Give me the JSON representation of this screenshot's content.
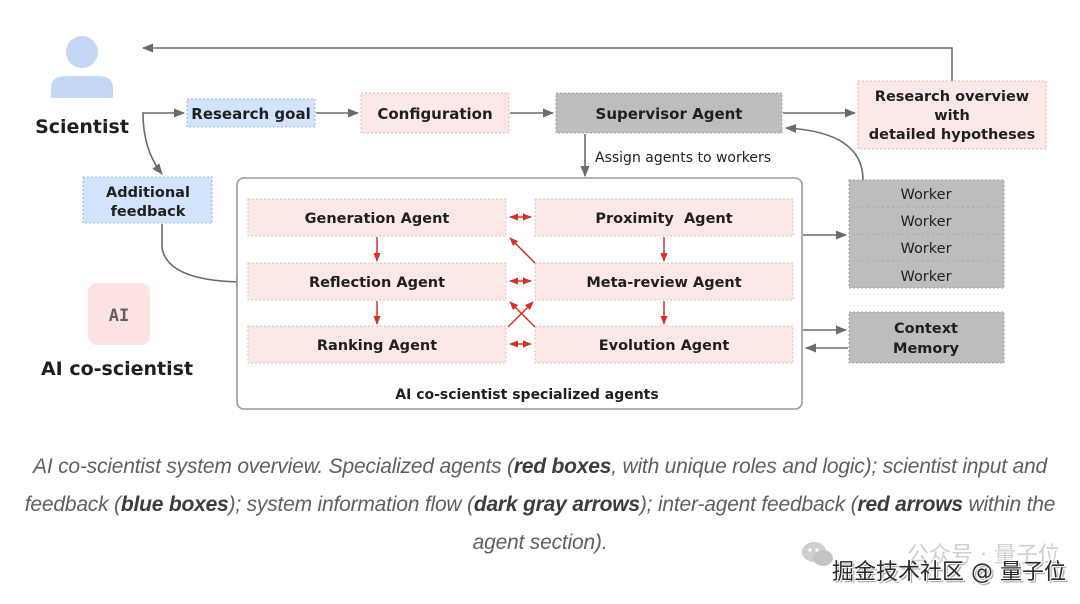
{
  "colors": {
    "red_box": "#fce8e6",
    "blue_box": "#d2e3fc",
    "gray_box": "#bdbdbd",
    "flow_arrow": "#6b6b6b",
    "feedback_arrow": "#d93025",
    "person_icon": "#c3d7f5",
    "ai_badge": "#fce3e1"
  },
  "actors": {
    "scientist_label": "Scientist",
    "ai_label": "AI co-scientist",
    "ai_badge_text": "AI"
  },
  "inputs": {
    "research_goal": "Research goal",
    "additional_feedback_1": "Additional",
    "additional_feedback_2": "feedback"
  },
  "pipeline": {
    "configuration": "Configuration",
    "supervisor": "Supervisor Agent",
    "assign_label": "Assign agents to workers",
    "output_line1": "Research overview",
    "output_line2": "with",
    "output_line3": "detailed hypotheses"
  },
  "agents": {
    "group_label": "AI co-scientist specialized agents",
    "left": [
      "Generation Agent",
      "Reflection Agent",
      "Ranking Agent"
    ],
    "right": [
      "Proximity  Agent",
      "Meta-review Agent",
      "Evolution Agent"
    ]
  },
  "workers": [
    "Worker",
    "Worker",
    "Worker",
    "Worker"
  ],
  "memory": {
    "line1": "Context",
    "line2": "Memory"
  },
  "caption": {
    "p1": "AI co-scientist system overview. Specialized agents (",
    "b1": "red boxes",
    "p2": ", with unique roles and logic); scientist input and feedback (",
    "b2": "blue boxes",
    "p3": "); system information flow (",
    "b3": "dark gray arrows",
    "p4": "); inter-agent feedback (",
    "b4": "red arrows",
    "p5": " within the agent section)."
  },
  "watermark": {
    "back": "公众号 · 量子位",
    "front": "掘金技术社区 @ 量子位"
  }
}
